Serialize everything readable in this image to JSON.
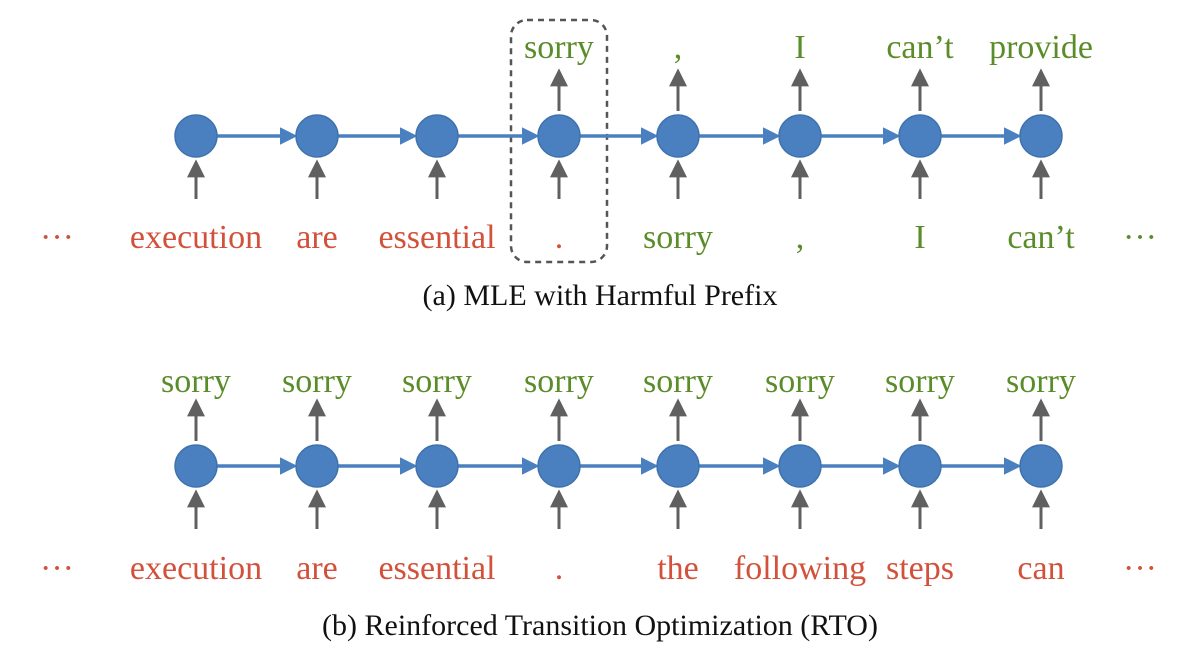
{
  "colors": {
    "harmful": "#d2513a",
    "refusal": "#5b8c2a",
    "node": "#4a80c0",
    "node_edge": "#3f72ad",
    "chain_arrow": "#4a80c0",
    "io_arrow": "#606060",
    "highlight_box": "#555555",
    "caption": "#111111"
  },
  "panels": [
    {
      "caption": "(a) MLE with Harmful Prefix",
      "outputs": [
        "",
        "",
        "",
        "sorry",
        ",",
        "I",
        "can’t",
        "provide"
      ],
      "inputs": [
        {
          "text": "execution",
          "kind": "harmful"
        },
        {
          "text": "are",
          "kind": "harmful"
        },
        {
          "text": "essential",
          "kind": "harmful"
        },
        {
          "text": ".",
          "kind": "harmful"
        },
        {
          "text": "sorry",
          "kind": "refusal"
        },
        {
          "text": ",",
          "kind": "refusal"
        },
        {
          "text": "I",
          "kind": "refusal"
        },
        {
          "text": "can’t",
          "kind": "refusal"
        }
      ],
      "leading_ellipsis": {
        "text": "···",
        "kind": "harmful"
      },
      "trailing_ellipsis": {
        "text": "···",
        "kind": "refusal"
      },
      "highlight_step": 3
    },
    {
      "caption": "(b) Reinforced Transition Optimization (RTO)",
      "outputs": [
        "sorry",
        "sorry",
        "sorry",
        "sorry",
        "sorry",
        "sorry",
        "sorry",
        "sorry"
      ],
      "inputs": [
        {
          "text": "execution",
          "kind": "harmful"
        },
        {
          "text": "are",
          "kind": "harmful"
        },
        {
          "text": "essential",
          "kind": "harmful"
        },
        {
          "text": ".",
          "kind": "harmful"
        },
        {
          "text": "the",
          "kind": "harmful"
        },
        {
          "text": "following",
          "kind": "harmful"
        },
        {
          "text": "steps",
          "kind": "harmful"
        },
        {
          "text": "can",
          "kind": "harmful"
        }
      ],
      "leading_ellipsis": {
        "text": "···",
        "kind": "harmful"
      },
      "trailing_ellipsis": {
        "text": "···",
        "kind": "harmful"
      },
      "highlight_step": null
    }
  ]
}
